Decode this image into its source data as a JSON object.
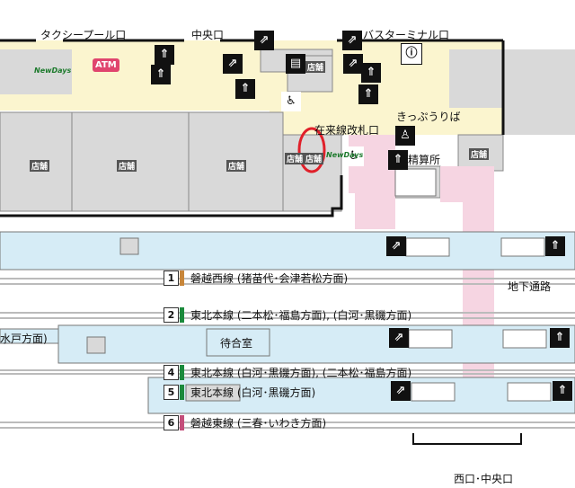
{
  "colors": {
    "concourse": "#fbf5cf",
    "platform": "#d6ecf6",
    "passage": "#f6d5e2",
    "shop": "#d9d9d9",
    "walls": "#111111",
    "highlight": "#e0202a",
    "banetsu_west": "#c8863a",
    "tohoku": "#1b8a3c",
    "banetsu_east": "#c44e7a",
    "atm": "#e0446e"
  },
  "exits": {
    "taxi_pool": "タクシープール口",
    "central": "中央口",
    "bus_terminal": "バスターミナル口",
    "west_central": "西口･中央口"
  },
  "facilities": {
    "atm": "ATM",
    "shop": "店舗",
    "ticket_gate": "在来線改札口",
    "ticket_office": "きっぷうりば",
    "fare_adjustment": "精算所",
    "waiting_room": "待合室",
    "underground_passage": "地下通路",
    "newdays": "NewDays"
  },
  "tracks": [
    {
      "number": "1",
      "line": "磐越西線 (猪苗代･会津若松方面)",
      "color": "#c8863a"
    },
    {
      "number": "2",
      "line": "東北本線 (二本松･福島方面), (白河･黒磯方面)",
      "color": "#1b8a3c"
    },
    {
      "number": "4",
      "line": "東北本線 (白河･黒磯方面), (二本松･福島方面)",
      "color": "#1b8a3c"
    },
    {
      "number": "5",
      "line": "東北本線 (白河･黒磯方面)",
      "color": "#1b8a3c"
    },
    {
      "number": "6",
      "line": "磐越東線 (三春･いわき方面)",
      "color": "#c44e7a"
    }
  ],
  "partial_labels": {
    "mito": "水戸方面)"
  },
  "icons": [
    "escalator-icon",
    "stairs-icon",
    "elevator-icon",
    "wheelchair-icon",
    "toilet-icon",
    "locker-icon",
    "info-icon"
  ]
}
